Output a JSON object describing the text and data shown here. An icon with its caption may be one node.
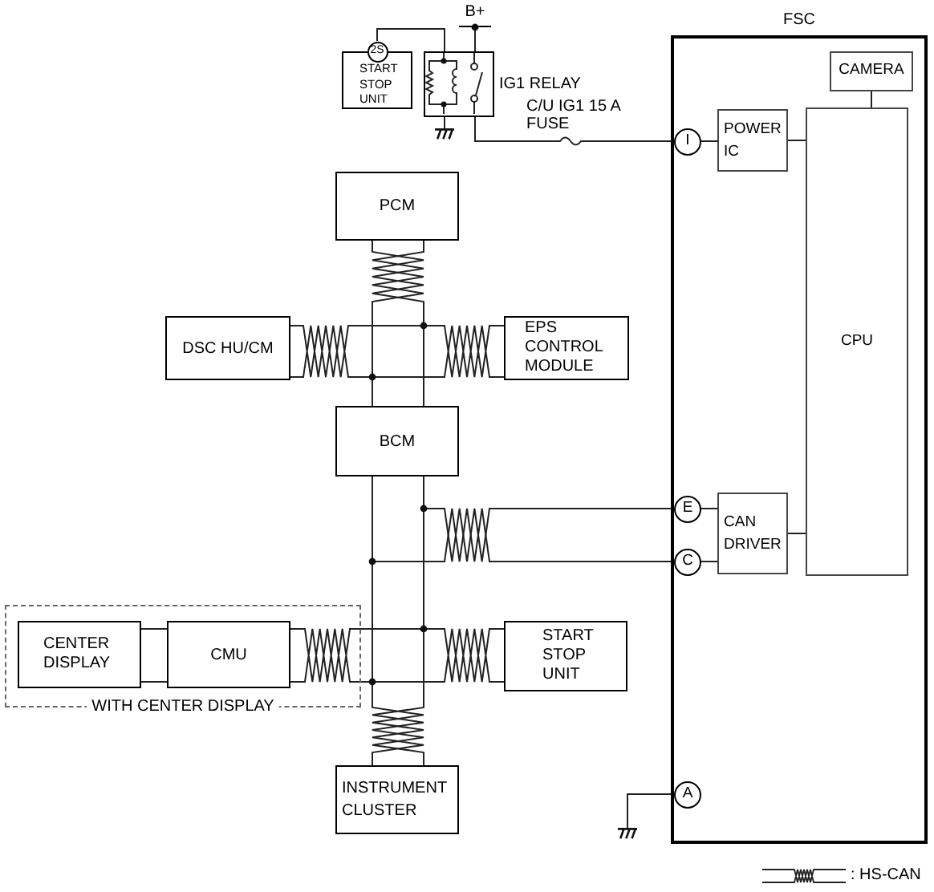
{
  "diagram": {
    "nodes": [
      {
        "text": [
          "B+"
        ]
      },
      {
        "text": [
          "FSC"
        ]
      },
      {
        "text": [
          "2S"
        ]
      },
      {
        "text": [
          "START STOP UNIT"
        ]
      },
      {
        "text": [],
        "shape": "box",
        "beside": [
          "IG1 RELAY"
        ]
      },
      {
        "text": [],
        "shape": "ground"
      },
      {
        "text": [
          "CAMERA"
        ],
        "in": 1
      },
      {
        "text": [
          "I"
        ],
        "in": 1
      },
      {
        "text": [
          "POWER IC"
        ],
        "in": 1
      },
      {
        "text": [
          "CPU"
        ],
        "in": 1
      },
      {
        "text": [
          "PCM"
        ]
      },
      {
        "text": [
          "DSC HU/CM"
        ]
      },
      {
        "text": [
          "EPS CONTROL MODULE"
        ]
      },
      {
        "text": [
          "BCM"
        ]
      },
      {
        "text": [
          "E"
        ],
        "in": 1
      },
      {
        "text": [
          "C"
        ],
        "in": 1
      },
      {
        "text": [
          "CAN DRIVER"
        ],
        "in": 1
      },
      {
        "text": [
          "WITH CENTER DISPLAY"
        ]
      },
      {
        "text": [
          "CENTER DISPLAY"
        ],
        "in": 17
      },
      {
        "text": [
          "CMU"
        ],
        "in": 17
      },
      {
        "text": [
          "START STOP UNIT"
        ]
      },
      {
        "text": [
          "INSTRUMENT CLUSTER"
        ]
      },
      {
        "text": [
          "A"
        ],
        "in": 1
      },
      {
        "text": [],
        "shape": "ground"
      }
    ],
    "edges": [
      {
        "from": 2,
        "to": 4,
        "arrow": "none"
      },
      {
        "from": 0,
        "to": 4,
        "arrow": "none"
      },
      {
        "from": 4,
        "to": 5,
        "arrow": "none"
      },
      {
        "from": 4,
        "to": 7,
        "arrow": "none",
        "label": "C/U IG1 15 A FUSE"
      },
      {
        "from": 7,
        "to": 8,
        "arrow": "none"
      },
      {
        "from": 8,
        "to": 9,
        "arrow": "none"
      },
      {
        "from": 6,
        "to": 9,
        "arrow": "none"
      },
      {
        "from": 10,
        "to": 13,
        "arrow": "none"
      },
      {
        "from": 11,
        "to": 12,
        "arrow": "none"
      },
      {
        "from": 13,
        "to": 14,
        "arrow": "none"
      },
      {
        "from": 13,
        "to": 15,
        "arrow": "none"
      },
      {
        "from": 14,
        "to": 16,
        "arrow": "none"
      },
      {
        "from": 15,
        "to": 16,
        "arrow": "none"
      },
      {
        "from": 16,
        "to": 9,
        "arrow": "none"
      },
      {
        "from": 18,
        "to": 19,
        "arrow": "none"
      },
      {
        "from": 19,
        "to": 20,
        "arrow": "none"
      },
      {
        "from": 13,
        "to": 21,
        "arrow": "none"
      },
      {
        "from": 22,
        "to": 23,
        "arrow": "none"
      }
    ],
    "legend": [
      {
        "text": ": HS-CAN"
      }
    ]
  }
}
